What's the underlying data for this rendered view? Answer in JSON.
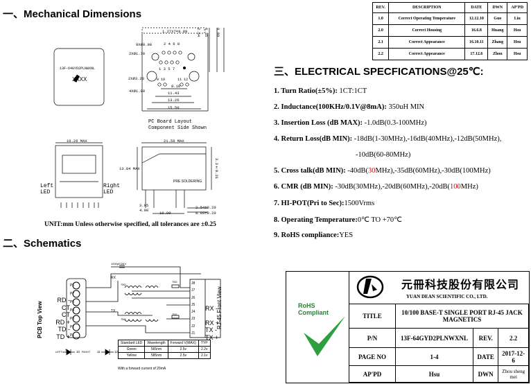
{
  "sections": {
    "mech_title": "一、Mechanical Dimensions",
    "schem_title": "二、Schematics",
    "elec_title": "三、ELECTRICAL SPECFICATIONS@25℃:"
  },
  "revision_table": {
    "headers": [
      "REV.",
      "DESCRIPTION",
      "DATE",
      "DWN",
      "AP'PD"
    ],
    "rows": [
      [
        "1.0",
        "Correct Operating Temperature",
        "12.12.10",
        "Guo",
        "Liu"
      ],
      [
        "2.0",
        "Correct Housing",
        "16.6.8",
        "Huang",
        "Hsu"
      ],
      [
        "2.1",
        "Correct Appearance",
        "16.10.11",
        "Zhang",
        "Hsu"
      ],
      [
        "2.2",
        "Correct Appearance",
        "17.12.6",
        "Zhou",
        "Hsu"
      ]
    ]
  },
  "mech": {
    "part_label": "13F-64GYD2PLNWXNL",
    "xxxx": "XXXX",
    "dims_top": [
      "1.27X7=8.89",
      "2.54",
      "6.35",
      "8.89",
      "9XØ0.90",
      "2XØ1.70",
      "2XØ3.20",
      "4XØ1.00",
      "8.18",
      "11.43",
      "13.26",
      "15.50"
    ],
    "pin_numbers": [
      "2",
      "4",
      "6",
      "8",
      "1",
      "3",
      "5",
      "7",
      "9",
      "10",
      "11",
      "12"
    ],
    "pc_caption_1": "PC Board Layout",
    "pc_caption_2": "Component Side Shown",
    "dim_width": "16.26 MAX",
    "dim_length": "21.59 MAX",
    "dim_height": "13.84 MAX",
    "dim_side": "3.3±0.31",
    "dim_305": "3.05",
    "dim_490": "4.90",
    "dim_1090": "10.90",
    "dim_254": "2.54±0.20",
    "dim_889": "8.89±0.20",
    "pre_soldering": "PRE SOLDERING",
    "left_led": "Left\nLED",
    "right_led": "Right\nLED",
    "unit_note": "UNIT:mm Unless otherwise specified, all tolerances are ±0.25"
  },
  "specs": [
    {
      "label": "1. Turn Ratio(±5%):",
      "value": " 1CT:1CT"
    },
    {
      "label": "2. Inductance(100KHz/0.1V@8mA):",
      "value": " 350uH MIN"
    },
    {
      "label": "3. Insertion Loss (dB MAX):",
      "value": " -1.0dB(0.3-100MHz)"
    },
    {
      "label": "4. Return Loss(dB MIN):",
      "value": " -18dB(1-30MHz),-16dB(40MHz),-12dB(50MHz),"
    },
    {
      "label": "",
      "value": "-10dB(60-80MHz)"
    },
    {
      "label": "5. Cross talk(dB MIN):",
      "value_parts": [
        " -40dB(",
        "30",
        "MHz),-35dB(60MHz),-30dB(100MHz)"
      ]
    },
    {
      "label": "6. CMR (dB MIN):",
      "value_parts": [
        " -30dB(30MHz),-20dB(60MHz),-20dB(",
        "100",
        "MHz)"
      ]
    },
    {
      "label": "7. HI-POT(Pri to Sec):",
      "value": "1500Vrms"
    },
    {
      "label": "8. Operating Temperature:",
      "value": "0℃  TO +70℃"
    },
    {
      "label": "9. RoHS compliance:",
      "value": "YES"
    }
  ],
  "schematic": {
    "pcb_top_view": "PCB Top View",
    "rj45_front_view": "RJ-45 Front View",
    "left_labels": [
      "RD -",
      "CT",
      "CT",
      "RD +",
      "TD -",
      "TD +"
    ],
    "right_labels": [
      "RX -",
      "RX +",
      "TX -",
      "TX +"
    ],
    "p_pins": [
      "P6",
      "P7",
      "P5",
      "P4",
      "P3",
      "P2",
      "P1"
    ],
    "j_pins": [
      "J8",
      "J7",
      "J6",
      "J5",
      "J4",
      "J3",
      "J2",
      "J1"
    ],
    "rx": "RX",
    "tx": "TX",
    "cap_label": "1000pF/2KV",
    "res_label": "75Ω",
    "led_left": "LEFT",
    "led_right": "RIGHT",
    "led_pins": [
      "9",
      "10",
      "11",
      "12"
    ],
    "led_table": {
      "headers": [
        "Standard LED",
        "Wavelength",
        "Forward V(MAX)",
        "TYP"
      ],
      "rows": [
        [
          "Green",
          "565nm",
          "2.5v",
          "2.2v"
        ],
        [
          "Yellow",
          "585nm",
          "2.5v",
          "2.1v"
        ]
      ],
      "note": "With a forward current of 20mA"
    }
  },
  "title_block": {
    "company_cn": "元冊科技股份有限公司",
    "company_en": "YUAN DEAN SCIENTIFIC CO., LTD.",
    "rohs_1": "RoHS",
    "rohs_2": "Compliant",
    "title_label": "TITLE",
    "title_value": "10/100 BASE-T SINGLE PORT RJ-45 JACK MAGNETICS",
    "pn_label": "P/N",
    "pn_value": "13F-64GYD2PLNWXNL",
    "rev_label": "REV.",
    "rev_value": "2.2",
    "page_label": "PAGE NO",
    "page_value": "1-4",
    "date_label": "DATE",
    "date_value": "2017-12-6",
    "appd_label": "AP'PD",
    "appd_value": "Hsu",
    "dwn_label": "DWN",
    "dwn_value": "Zhou sheng mei"
  }
}
